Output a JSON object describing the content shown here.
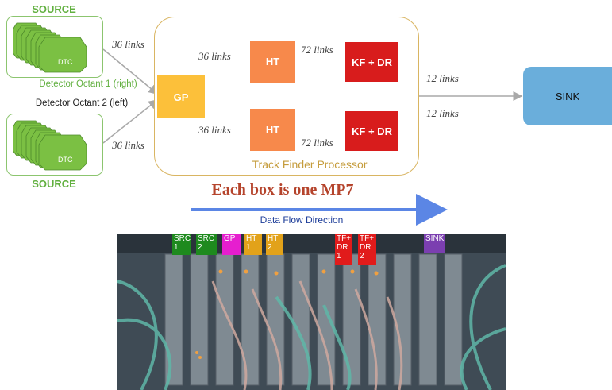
{
  "diagram": {
    "source_top": "SOURCE",
    "source_bottom": "SOURCE",
    "dtc_top": "DTC",
    "dtc_bottom": "DTC",
    "octant1": "Detector Octant 1 (right)",
    "octant2": "Detector Octant 2 (left)",
    "link_in_top": "36 links",
    "link_in_bottom": "36 links",
    "link_gp_ht_top": "36 links",
    "link_gp_ht_bottom": "36 links",
    "link_ht_kf_top": "72 links",
    "link_ht_kf_bottom": "72 links",
    "link_out_top": "12 links",
    "link_out_bottom": "12 links",
    "gp": "GP",
    "ht_top": "HT",
    "ht_bottom": "HT",
    "kf_top": "KF + DR",
    "kf_bottom": "KF + DR",
    "sink": "SINK",
    "processor_label": "Track Finder Processor",
    "title": "Each box is one MP7",
    "flow_label": "Data Flow Direction"
  },
  "photo_tags": {
    "src1": "SRC 1",
    "src2": "SRC 2",
    "gp": "GP",
    "ht1": "HT 1",
    "ht2": "HT 2",
    "tfdr1": "TF+ DR 1",
    "tfdr2": "TF+ DR 2",
    "sink": "SINK"
  },
  "colors": {
    "source_green": "#62b040",
    "gp_yellow": "#fcc03a",
    "ht_orange": "#f7894b",
    "kf_red": "#d81c1c",
    "sink_blue": "#6aaedb",
    "flow_blue": "#5b86e5",
    "title_red": "#b5442c"
  }
}
